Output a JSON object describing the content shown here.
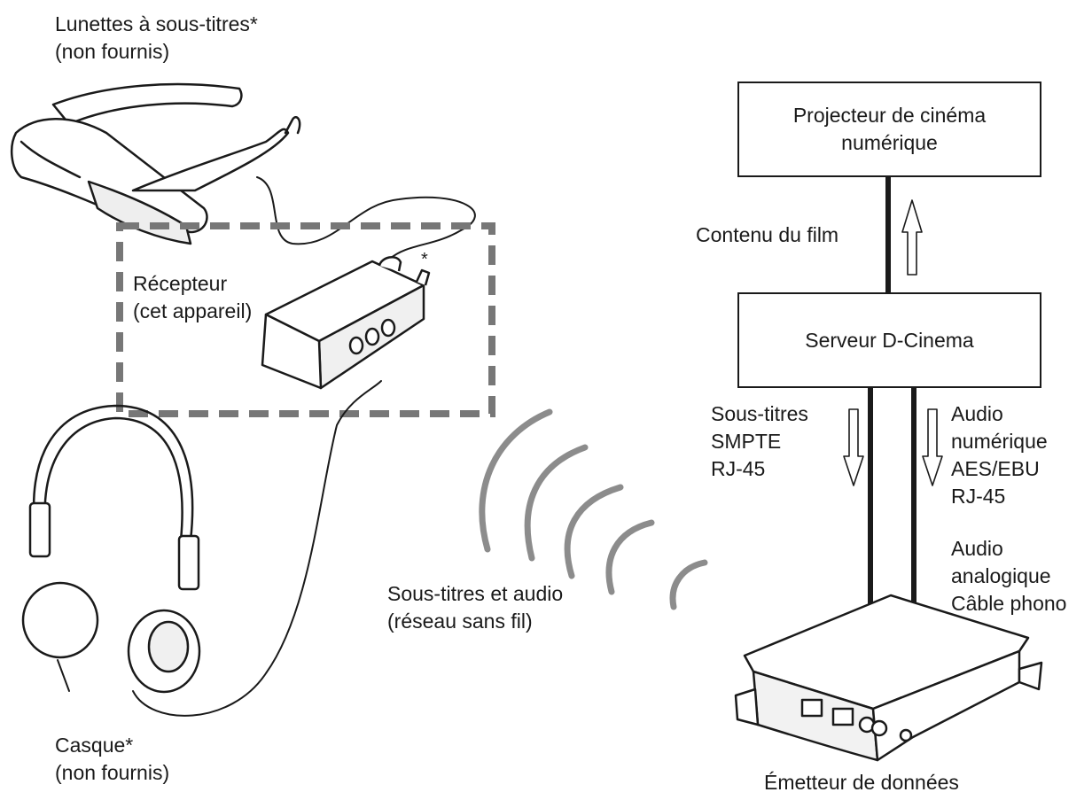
{
  "glasses": {
    "line1": "Lunettes à sous-titres*",
    "line2": "(non fournis)"
  },
  "receiver": {
    "line1": "Récepteur",
    "line2": "(cet appareil)",
    "asterisk": "*"
  },
  "headphones": {
    "line1": "Casque*",
    "line2": "(non fournis)"
  },
  "wireless": {
    "line1": "Sous-titres et audio",
    "line2": "(réseau sans fil)"
  },
  "projector": {
    "line1": "Projecteur de cinéma",
    "line2": "numérique"
  },
  "server": {
    "label": "Serveur D-Cinema"
  },
  "transmitter": {
    "label": "Émetteur de données"
  },
  "film_content": {
    "label": "Contenu du film"
  },
  "subtitles_link": {
    "line1": "Sous-titres",
    "line2": "SMPTE",
    "line3": "RJ-45"
  },
  "digital_audio_link": {
    "line1": "Audio",
    "line2": "numérique",
    "line3": "AES/EBU",
    "line4": "RJ-45"
  },
  "analog_audio_link": {
    "line1": "Audio",
    "line2": "analogique",
    "line3": "Câble phono"
  },
  "colors": {
    "line": "#1a1a1a",
    "wave": "#8c8c8c",
    "dashed": "#777777"
  }
}
